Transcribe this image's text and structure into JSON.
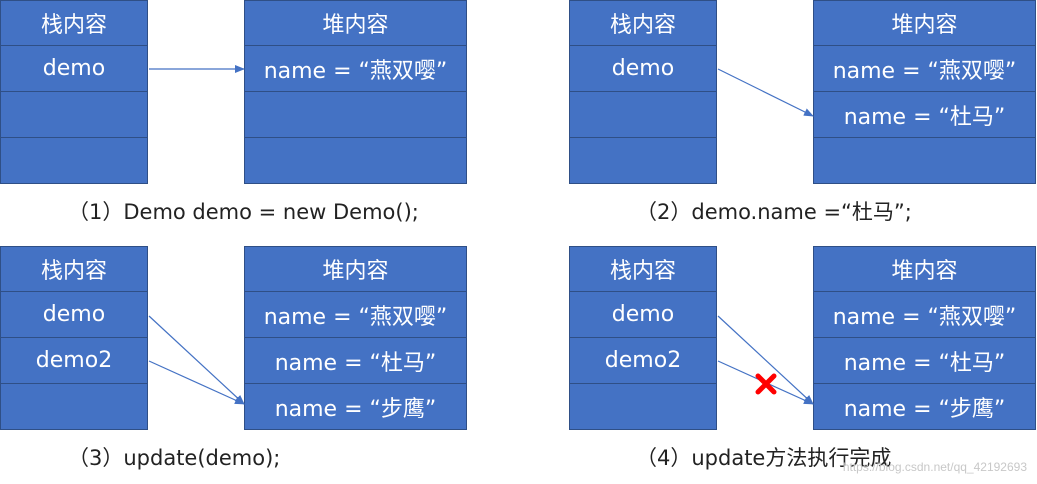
{
  "colors": {
    "cell_fill": "#4472c4",
    "cell_border": "#2f4f86",
    "arrow": "#4472c4",
    "cross": "#ff0000"
  },
  "panels": [
    {
      "caption": "（1）Demo demo = new Demo();",
      "stack": {
        "header": "栈内容",
        "rows": [
          "demo",
          "",
          ""
        ]
      },
      "heap": {
        "header": "堆内容",
        "rows": [
          "name = “燕双嘤”",
          "",
          ""
        ]
      }
    },
    {
      "caption": "（2）demo.name =“杜马”;",
      "stack": {
        "header": "栈内容",
        "rows": [
          "demo",
          "",
          ""
        ]
      },
      "heap": {
        "header": "堆内容",
        "rows": [
          "name = “燕双嘤”",
          "name = “杜马”",
          ""
        ]
      }
    },
    {
      "caption": "（3）update(demo);",
      "stack": {
        "header": "栈内容",
        "rows": [
          "demo",
          "demo2",
          ""
        ]
      },
      "heap": {
        "header": "堆内容",
        "rows": [
          "name = “燕双嘤”",
          "name = “杜马”",
          "name = “步鹰”"
        ]
      }
    },
    {
      "caption": "（4）update方法执行完成",
      "stack": {
        "header": "栈内容",
        "rows": [
          "demo",
          "demo2",
          ""
        ]
      },
      "heap": {
        "header": "堆内容",
        "rows": [
          "name = “燕双嘤”",
          "name = “杜马”",
          "name = “步鹰”"
        ]
      }
    }
  ],
  "cross_icon": "x-mark-icon",
  "watermark": "https://blog.csdn.net/qq_42192693"
}
